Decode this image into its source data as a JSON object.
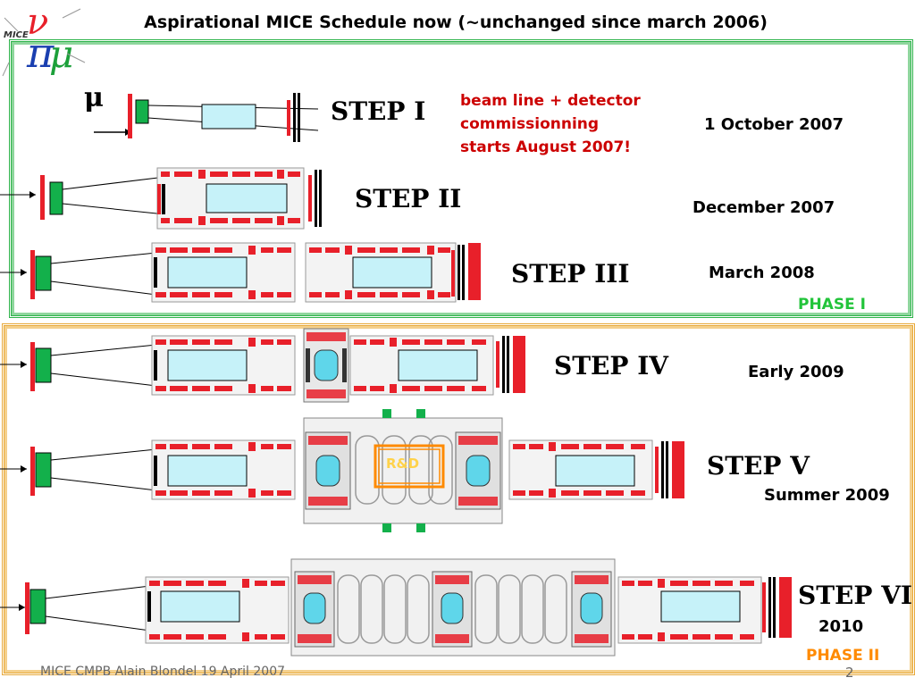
{
  "title": "Aspirational MICE Schedule now (~unchanged since march 2006)",
  "logo_text": "MICE",
  "muon_symbol": "μ",
  "note_lines": [
    "beam line + detector",
    "commissionning",
    "starts August 2007!"
  ],
  "steps": [
    {
      "label": "STEP I",
      "date": "1 October 2007"
    },
    {
      "label": "STEP II",
      "date": "December 2007"
    },
    {
      "label": "STEP III",
      "date": "March 2008"
    },
    {
      "label": "STEP IV",
      "date": "Early 2009"
    },
    {
      "label": "STEP V",
      "date": "Summer 2009"
    },
    {
      "label": "STEP VI",
      "date": "2010"
    }
  ],
  "phases": [
    "PHASE I",
    "PHASE II"
  ],
  "rnd_label": "R&D",
  "footer": "MICE CMPB Alain Blondel  19 April  2007",
  "page_number": "2",
  "colors": {
    "red": "#e8202a",
    "green": "#13b04b",
    "cyan": "#c6f2f9",
    "phase1": "#22c43a",
    "phase2": "#ff8a00"
  }
}
